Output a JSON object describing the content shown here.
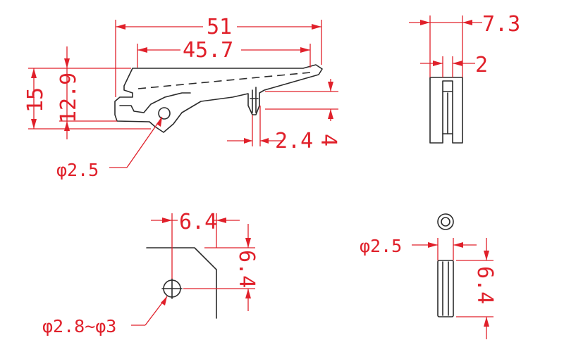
{
  "dimensions": {
    "overall_length": "51",
    "inner_length": "45.7",
    "overall_height": "15",
    "inner_height": "12.9",
    "hole_diameter": "φ2.5",
    "slot_width": "2.4",
    "slot_depth": "4",
    "side_width": "7.3",
    "side_slot": "2",
    "detail_horizontal": "6.4",
    "detail_vertical": "6.4",
    "detail_hole": "φ2.8~φ3",
    "pin_diameter": "φ2.5",
    "pin_length": "6.4"
  },
  "colors": {
    "dimension": "#e0202a",
    "outline": "#2b2b2b",
    "background": "#ffffff"
  }
}
